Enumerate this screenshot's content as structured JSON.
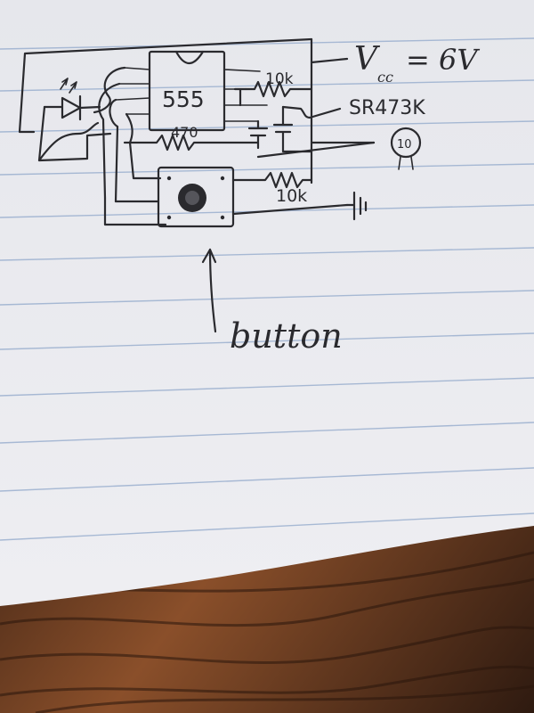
{
  "diagram": {
    "labels": {
      "ic": "555",
      "r_top": "10k",
      "r_mid": "470",
      "r_bottom": "10k",
      "vcc_symbol": "V",
      "vcc_subscript": "cc",
      "vcc_value": "= 6V",
      "part_number": "SR473K",
      "photo_component": "10",
      "led": "LED",
      "button": "button"
    }
  },
  "colors": {
    "paper": "#e9eaee",
    "ink": "#2a2a2e",
    "rule_line": "#9bb0cf",
    "wood_dark": "#3a2418",
    "wood_light": "#8a4f2a"
  }
}
